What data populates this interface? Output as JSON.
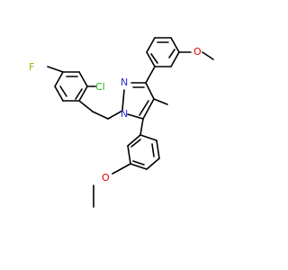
{
  "molecule": {
    "atom_labels": {
      "fluorine": "F",
      "chlorine": "Cl",
      "nitrogen_ring": "N",
      "nitrogen_substituted": "N",
      "oxygen_top": "O",
      "oxygen_bottom": "O"
    },
    "colors": {
      "fluorine": "#8fb800",
      "chlorine": "#1fb01f",
      "nitrogen": "#2a2ad8",
      "oxygen": "#e00000",
      "bond": "#000000"
    }
  }
}
